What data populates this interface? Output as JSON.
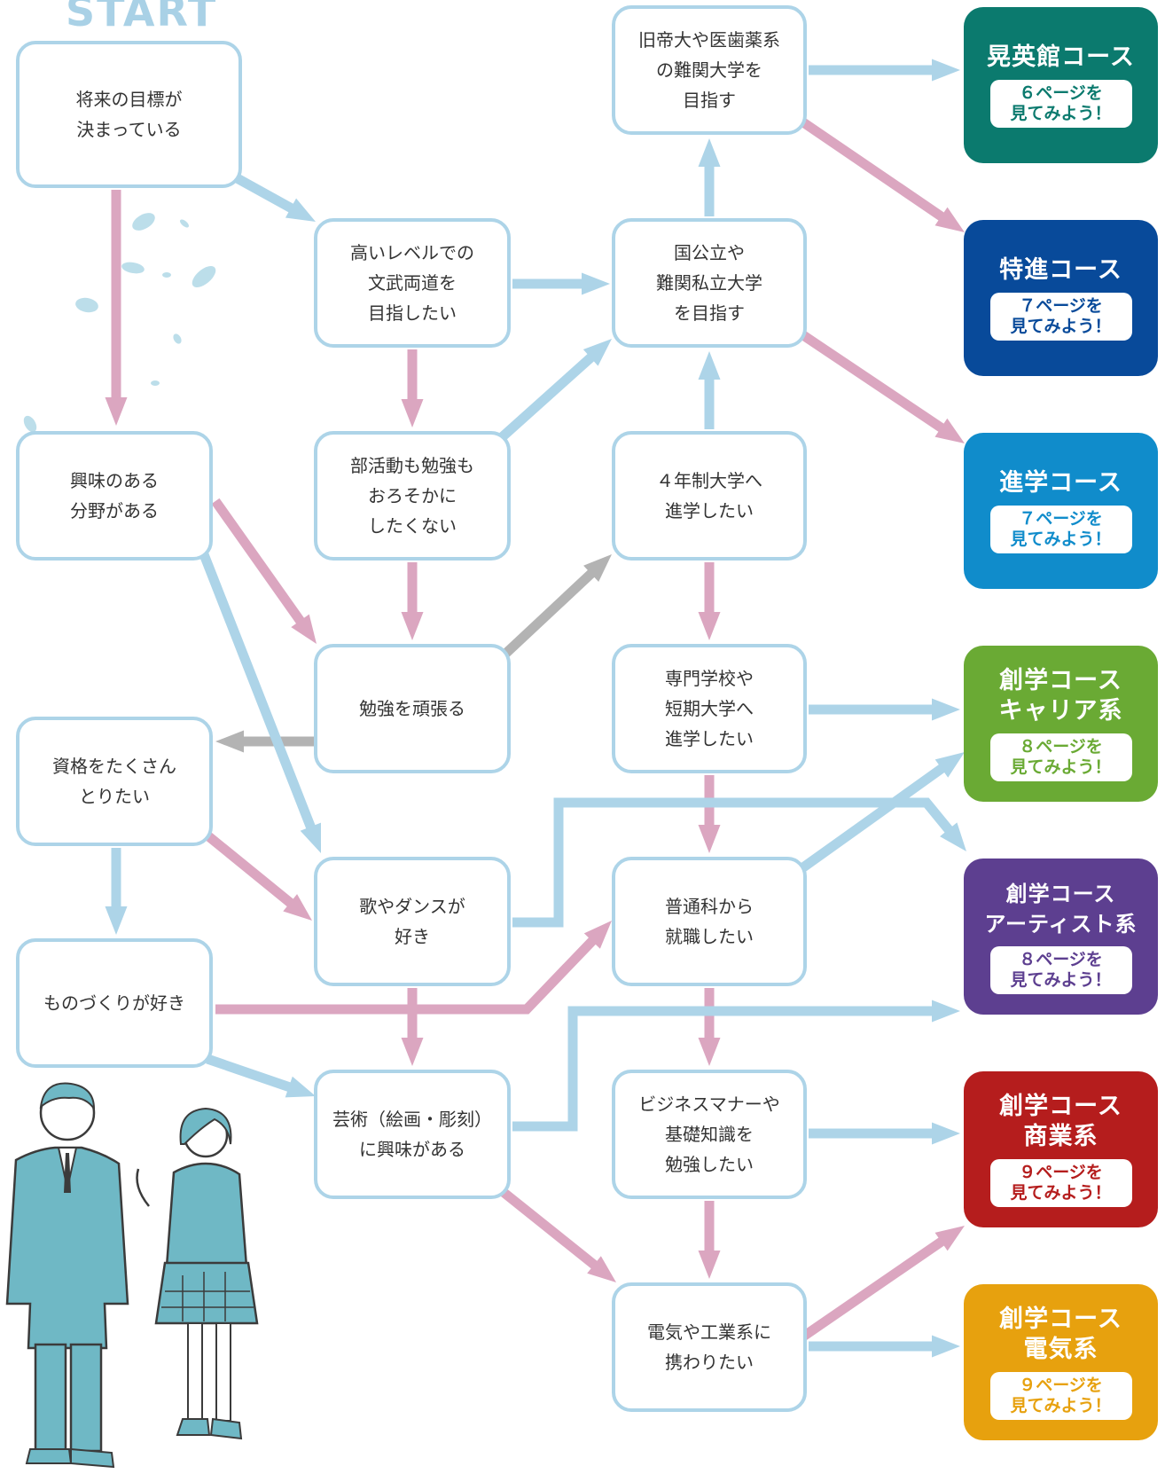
{
  "start_label": "START",
  "colors": {
    "box_border": "#add4e8",
    "arrow_blue": "#add4e8",
    "arrow_pink": "#dba6c0",
    "arrow_gray": "#b3b3b3",
    "leaf": "#bcdeea",
    "figure": "#6fb8c5"
  },
  "nodes": {
    "n01": "将来の目標が\n決まっている",
    "n02": "高いレベルでの\n文武両道を\n目指したい",
    "n03": "旧帝大や医歯薬系\nの難関大学を\n目指す",
    "n04": "国公立や\n難関私立大学\nを目指す",
    "n05": "興味のある\n分野がある",
    "n06": "部活動も勉強も\nおろそかに\nしたくない",
    "n07": "４年制大学へ\n進学したい",
    "n08": "勉強を頑張る",
    "n09": "専門学校や\n短期大学へ\n進学したい",
    "n10": "資格をたくさん\nとりたい",
    "n11": "歌やダンスが\n好き",
    "n12": "普通科から\n就職したい",
    "n13": "ものづくりが好き",
    "n14": "芸術（絵画・彫刻）\nに興味がある",
    "n15": "ビジネスマナーや\n基礎知識を\n勉強したい",
    "n16": "電気や工業系に\n携わりたい"
  },
  "courses": [
    {
      "title": "晃英館コース",
      "badge": "６ページを\n見てみよう！",
      "color": "#0b7a6e"
    },
    {
      "title": "特進コース",
      "badge": "７ページを\n見てみよう！",
      "color": "#084a9a"
    },
    {
      "title": "進学コース",
      "badge": "７ページを\n見てみよう！",
      "color": "#108ccb"
    },
    {
      "title": "創学コース\nキャリア系",
      "badge": "８ページを\n見てみよう！",
      "color": "#6aaa34"
    },
    {
      "title": "創学コース\nアーティスト系",
      "badge": "８ページを\n見てみよう！",
      "color": "#5d3f90"
    },
    {
      "title": "創学コース\n商業系",
      "badge": "９ページを\n見てみよう！",
      "color": "#b51d1d"
    },
    {
      "title": "創学コース\n電気系",
      "badge": "９ページを\n見てみよう！",
      "color": "#e7a10e"
    }
  ]
}
